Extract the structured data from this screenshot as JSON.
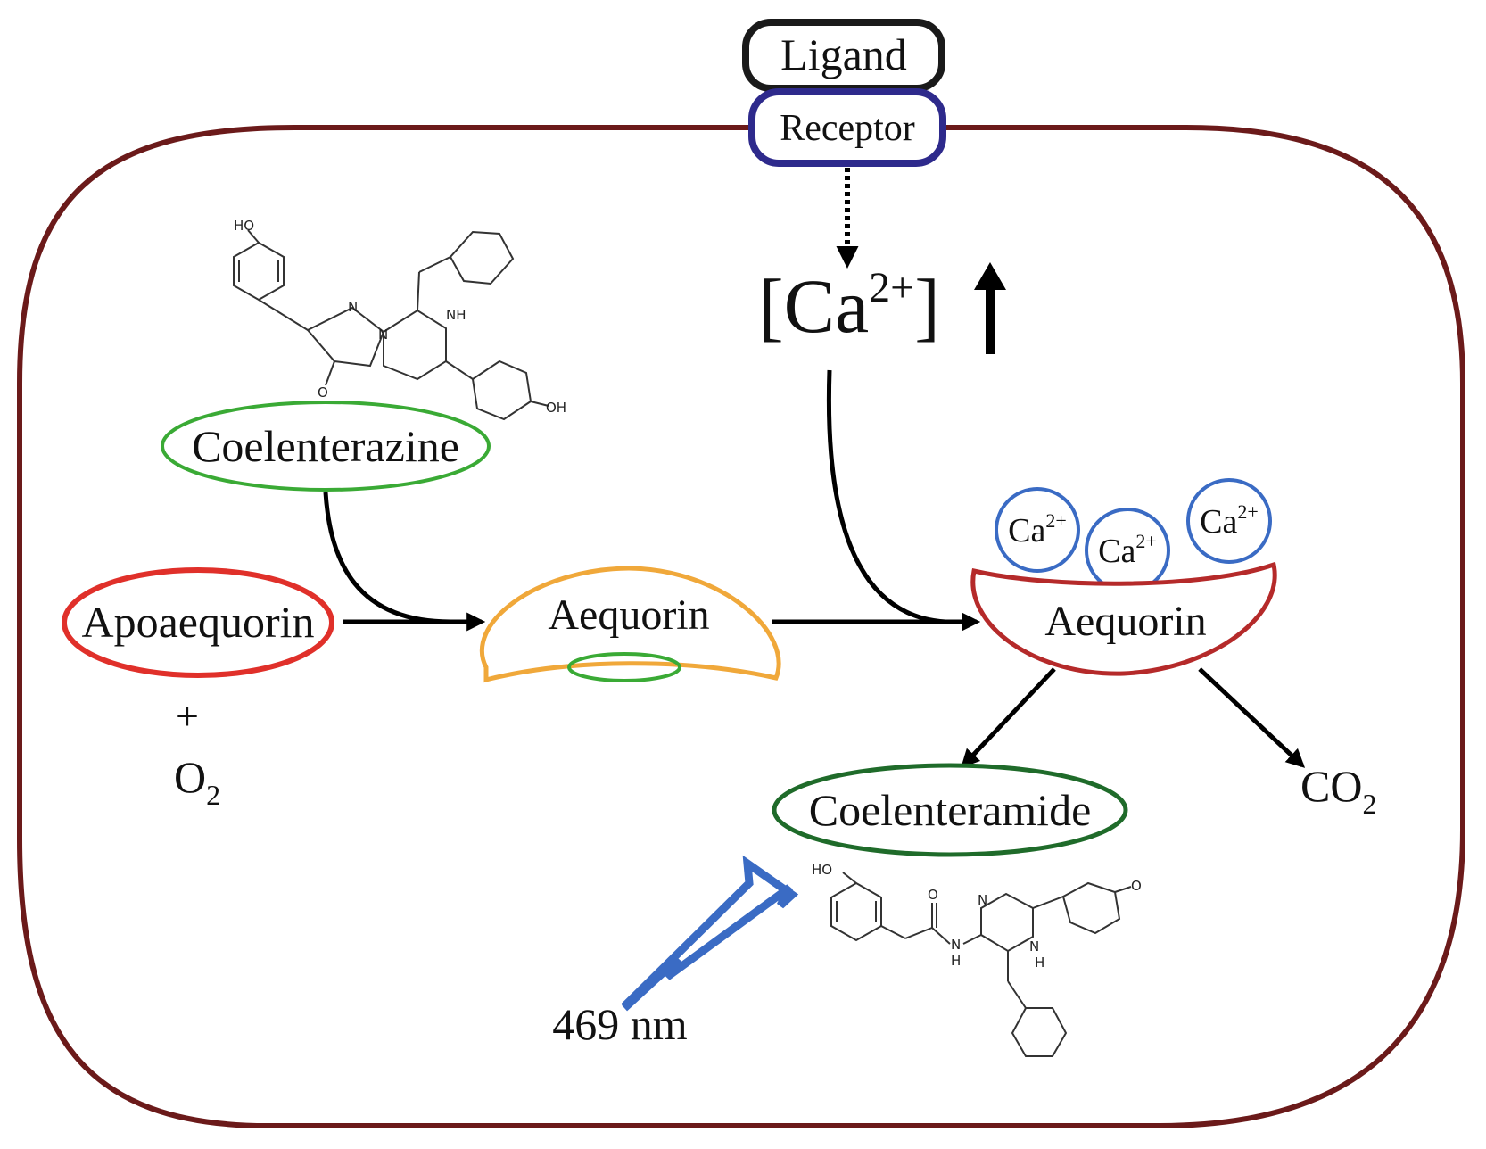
{
  "labels": {
    "ligand": "Ligand",
    "receptor": "Receptor",
    "calcium_bracket_open": "[Ca",
    "calcium_superscript": "2+",
    "calcium_bracket_close": "]",
    "coelenterazine": "Coelenterazine",
    "apoaequorin": "Apoaequorin",
    "plus": "+",
    "oxygen_symbol": "O",
    "oxygen_subscript": "2",
    "aequorin_inactive": "Aequorin",
    "aequorin_active": "Aequorin",
    "ca_ion_base": "Ca",
    "ca_ion_superscript": "2+",
    "coelenteramide": "Coelenteramide",
    "carbon_dioxide_symbol": "CO",
    "carbon_dioxide_subscript": "2",
    "emission": "469 nm"
  },
  "molecule_labels": {
    "coelenterazine_ho": "HO",
    "coelenterazine_n": "N",
    "coelenterazine_nh": "NH",
    "coelenterazine_n_ring": "N",
    "coelenterazine_o": "O",
    "coelenterazine_oh": "OH",
    "coelenteramide_ho": "HO",
    "coelenteramide_o_amide": "O",
    "coelenteramide_n_amide": "N",
    "coelenteramide_h_amide": "H",
    "coelenteramide_n_ring": "N",
    "coelenteramide_nh_ring": "N",
    "coelenteramide_h_ring": "H",
    "coelenteramide_o_quinone": "O"
  },
  "colors": {
    "cell_membrane": "#6b1a1a",
    "ligand_border": "#1a1a1a",
    "receptor_border": "#2e2a8c",
    "coelenterazine_border": "#3aaa35",
    "apoaequorin_border": "#e0302a",
    "aequorin_inactive_border": "#f0a83a",
    "aequorin_active_border": "#b52a2a",
    "calcium_ion_border": "#3a6bc4",
    "coelenteramide_border": "#1f6b2a",
    "light_emission": "#3a6bc4",
    "arrows": "#000000"
  }
}
